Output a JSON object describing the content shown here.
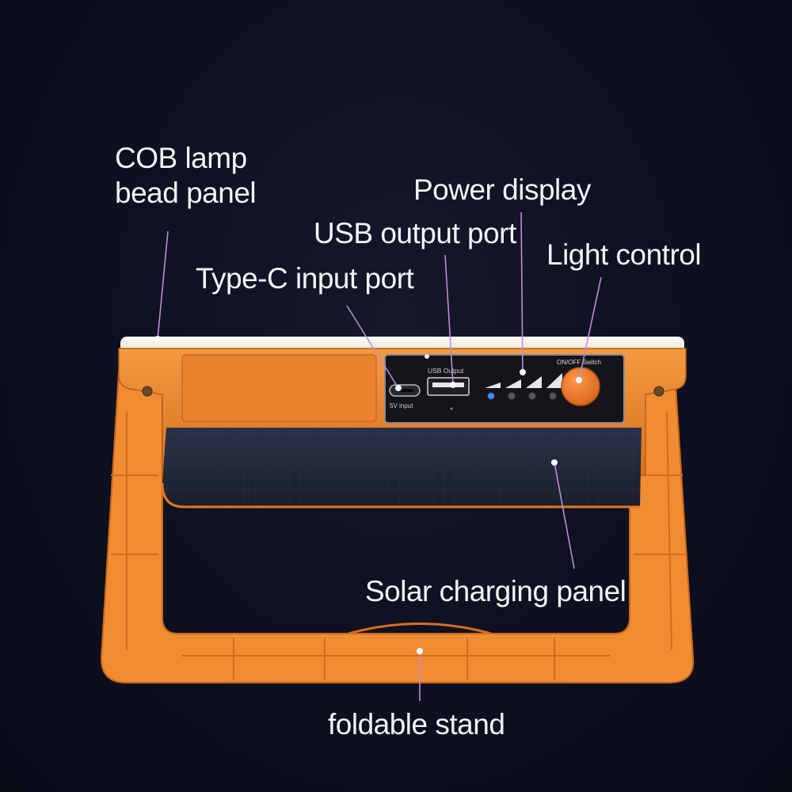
{
  "annotations": {
    "cob_panel": {
      "line1": "COB lamp",
      "line2": "bead panel"
    },
    "power_display": "Power display",
    "usb_output": "USB output port",
    "light_control": "Light control",
    "type_c_input": "Type-C input port",
    "solar_panel": "Solar charging panel",
    "stand": "foldable stand"
  },
  "device_labels": {
    "usb_output": "USB Output",
    "switch": "ON/OFF Switch",
    "input": "5V input"
  },
  "battery_level": {
    "lit": 1,
    "total": 4
  },
  "colors": {
    "body_orange": "#ef8a2e",
    "stand_orange": "#f08c32",
    "panel_black": "#16161a",
    "solar_blue": "#23293d",
    "leader_line": "#c08ad8",
    "label_text": "#f4f4f6",
    "led_on": "#3d8bff",
    "button_orange": "#f07a2a"
  }
}
